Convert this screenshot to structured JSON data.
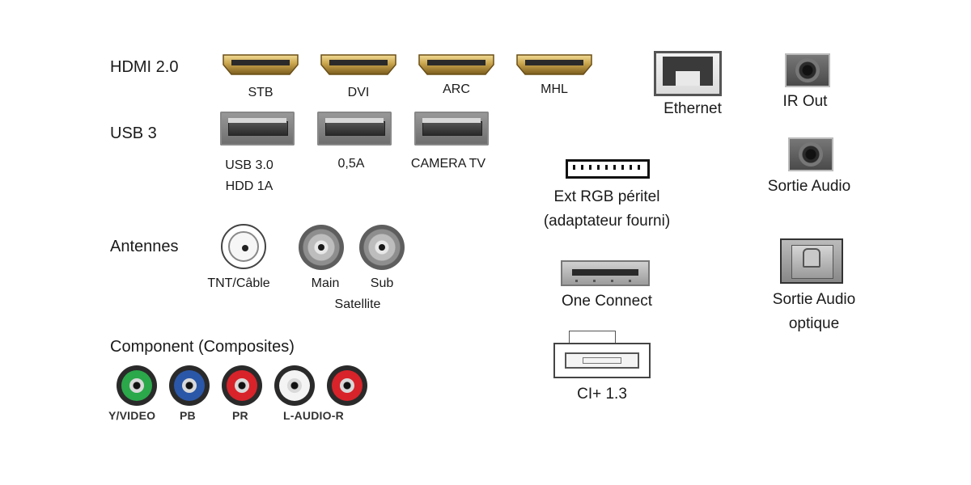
{
  "hdmi": {
    "label": "HDMI 2.0",
    "ports": [
      "STB",
      "DVI",
      "ARC",
      "MHL"
    ],
    "color": "#c9a44c"
  },
  "usb": {
    "label": "USB 3",
    "ports": [
      {
        "line1": "USB 3.0",
        "line2": "HDD 1A"
      },
      {
        "line1": "0,5A",
        "line2": ""
      },
      {
        "line1": "CAMERA TV",
        "line2": ""
      }
    ]
  },
  "antennes": {
    "label": "Antennes",
    "tnt": "TNT/Câble",
    "main": "Main",
    "sub": "Sub",
    "satellite": "Satellite"
  },
  "component": {
    "label": "Component (Composites)",
    "jacks": [
      {
        "label": "Y/VIDEO",
        "color": "#2aa84a"
      },
      {
        "label": "PB",
        "color": "#2a57a8"
      },
      {
        "label": "PR",
        "color": "#d8232a"
      },
      {
        "label": "",
        "color": "#f4f4f4"
      },
      {
        "label": "",
        "color": "#d8232a"
      }
    ],
    "audio_label": "L-AUDIO-R"
  },
  "ethernet": {
    "label": "Ethernet"
  },
  "rgb": {
    "line1": "Ext RGB péritel",
    "line2": "(adaptateur fourni)"
  },
  "one_connect": {
    "label": "One Connect"
  },
  "ci": {
    "label": "CI+ 1.3"
  },
  "ir_out": {
    "label": "IR Out"
  },
  "sortie_audio": {
    "label": "Sortie Audio"
  },
  "optique": {
    "line1": "Sortie Audio",
    "line2": "optique"
  }
}
